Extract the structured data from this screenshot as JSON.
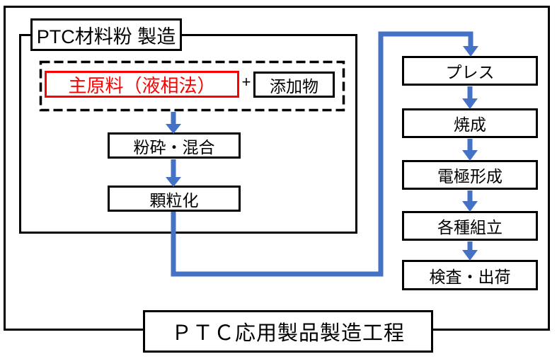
{
  "colors": {
    "accent_blue": "#4472C4",
    "highlight_red": "#FF0000",
    "line_black": "#000000",
    "background": "#FFFFFF"
  },
  "powder_section": {
    "label": "PTC材料粉 製造",
    "main_material": "主原料（液相法）",
    "plus": "+",
    "additive": "添加物",
    "steps": [
      "粉砕・混合",
      "顆粒化"
    ]
  },
  "product_flow": {
    "steps": [
      "プレス",
      "焼成",
      "電極形成",
      "各種組立",
      "検査・出荷"
    ]
  },
  "footer": {
    "title": "ＰＴＣ応用製品製造工程"
  }
}
